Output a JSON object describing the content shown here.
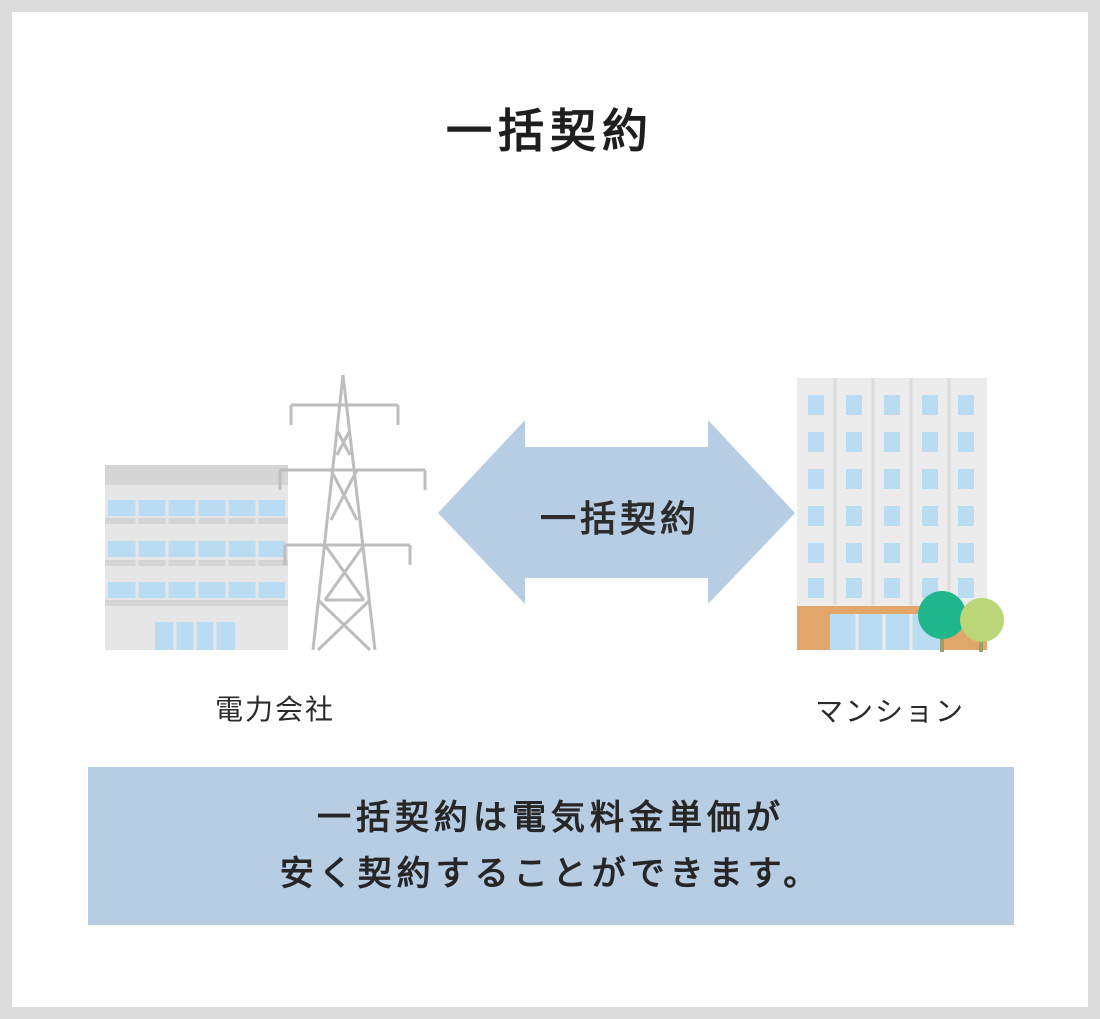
{
  "title": "一括契約",
  "arrow_label": "一括契約",
  "left": {
    "label": "電力会社",
    "icons": [
      "office-building-icon",
      "power-pylon-icon"
    ]
  },
  "right": {
    "label": "マンション",
    "icons": [
      "apartment-building-icon",
      "tree-icon"
    ]
  },
  "info": {
    "line1": "一括契約は電気料金単価が",
    "line2": "安く契約することができます。"
  },
  "colors": {
    "arrow": "#b7cde3",
    "info_box": "#b7cde3",
    "frame_border": "#dcdcdc",
    "building_gray": "#e6e6e6",
    "window_blue": "#b9dcf2",
    "storefront": "#e0a66a",
    "tree_dark": "#1fb68c",
    "tree_light": "#bad676"
  }
}
